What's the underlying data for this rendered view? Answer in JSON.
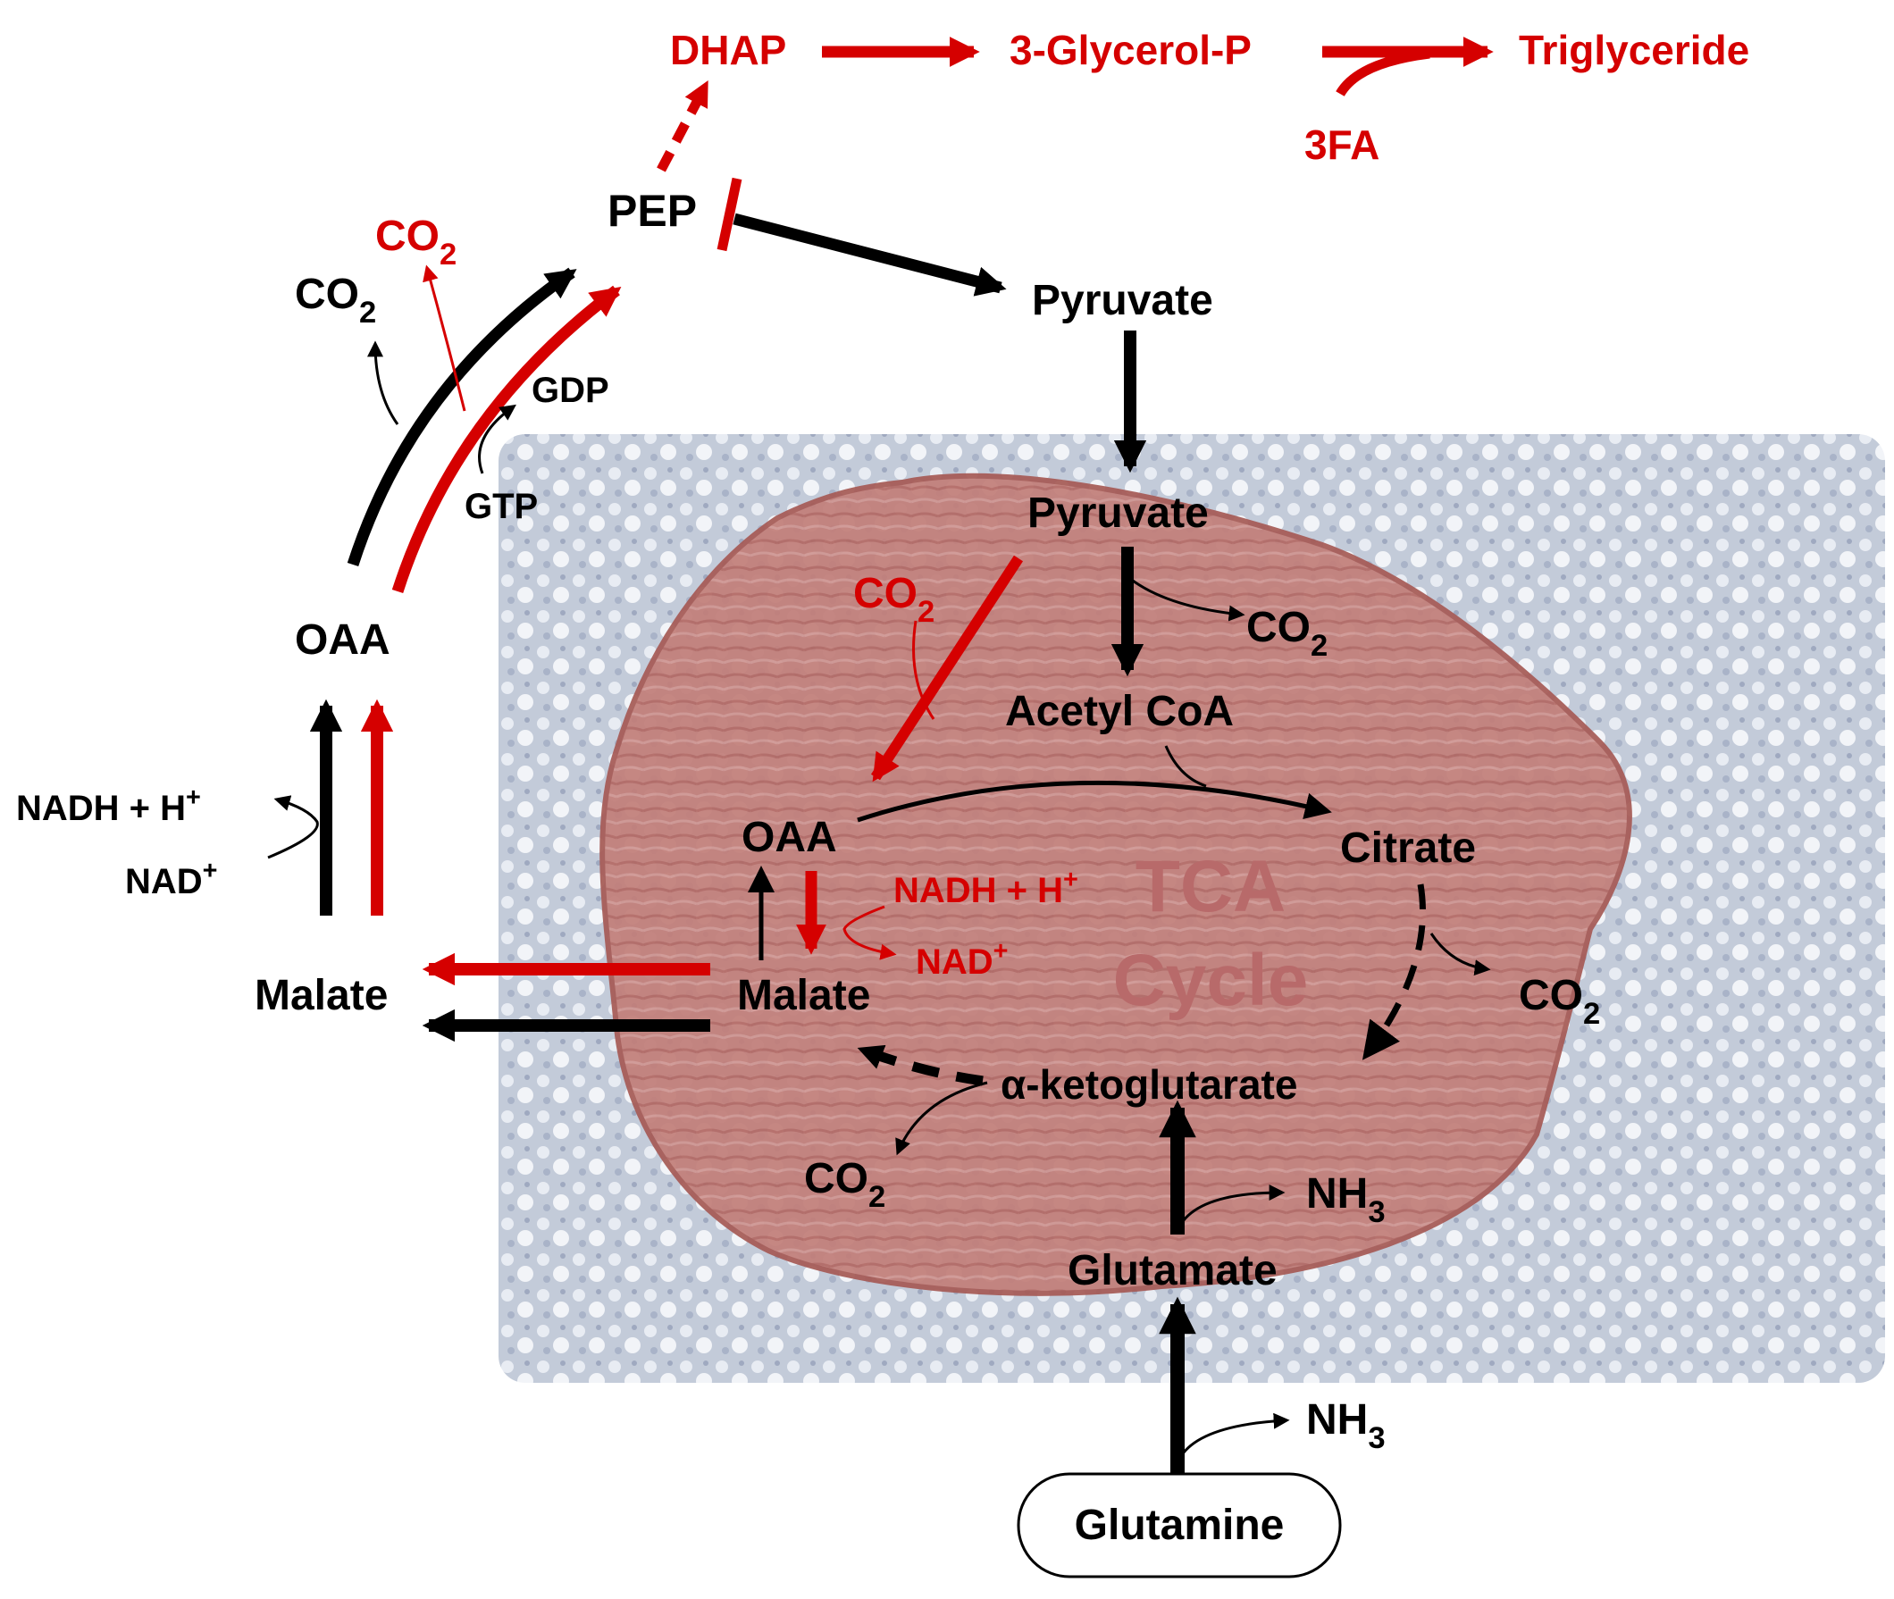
{
  "colors": {
    "black_pathway": "#000000",
    "red_pathway": "#d50000",
    "mitochondrion_fill": "#b86a66",
    "background_fill": "#c3cbd9",
    "tca_text": "#b86a6a"
  },
  "top_pathway": {
    "dhap": "DHAP",
    "glycerol3p": "3-Glycerol-P",
    "triglyceride": "Triglyceride",
    "three_fa": "3FA"
  },
  "cytosol": {
    "pep": "PEP",
    "pyruvate": "Pyruvate",
    "oaa": "OAA",
    "malate": "Malate",
    "co2_black": {
      "base": "CO",
      "sub": "2"
    },
    "co2_red": {
      "base": "CO",
      "sub": "2"
    },
    "gdp": "GDP",
    "gtp": "GTP",
    "nadh": {
      "base": "NADH + H",
      "sup": "+"
    },
    "nad": {
      "base": "NAD",
      "sup": "+"
    }
  },
  "mitochondrion": {
    "pyruvate": "Pyruvate",
    "co2_pyruvate": {
      "base": "CO",
      "sub": "2"
    },
    "co2_red": {
      "base": "CO",
      "sub": "2"
    },
    "acetyl_coa": "Acetyl CoA",
    "oaa": "OAA",
    "citrate": "Citrate",
    "malate": "Malate",
    "nadh_red": {
      "base": "NADH + H",
      "sup": "+"
    },
    "nad_red": {
      "base": "NAD",
      "sup": "+"
    },
    "tca_line1": "TCA",
    "tca_line2": "Cycle",
    "co2_citrate": {
      "base": "CO",
      "sub": "2"
    },
    "akg": "α-ketoglutarate",
    "co2_akg": {
      "base": "CO",
      "sub": "2"
    },
    "nh3_glutamate": {
      "base": "NH",
      "sub": "3"
    },
    "glutamate": "Glutamate"
  },
  "outside": {
    "nh3_glutamine": {
      "base": "NH",
      "sub": "3"
    },
    "glutamine": "Glutamine"
  }
}
